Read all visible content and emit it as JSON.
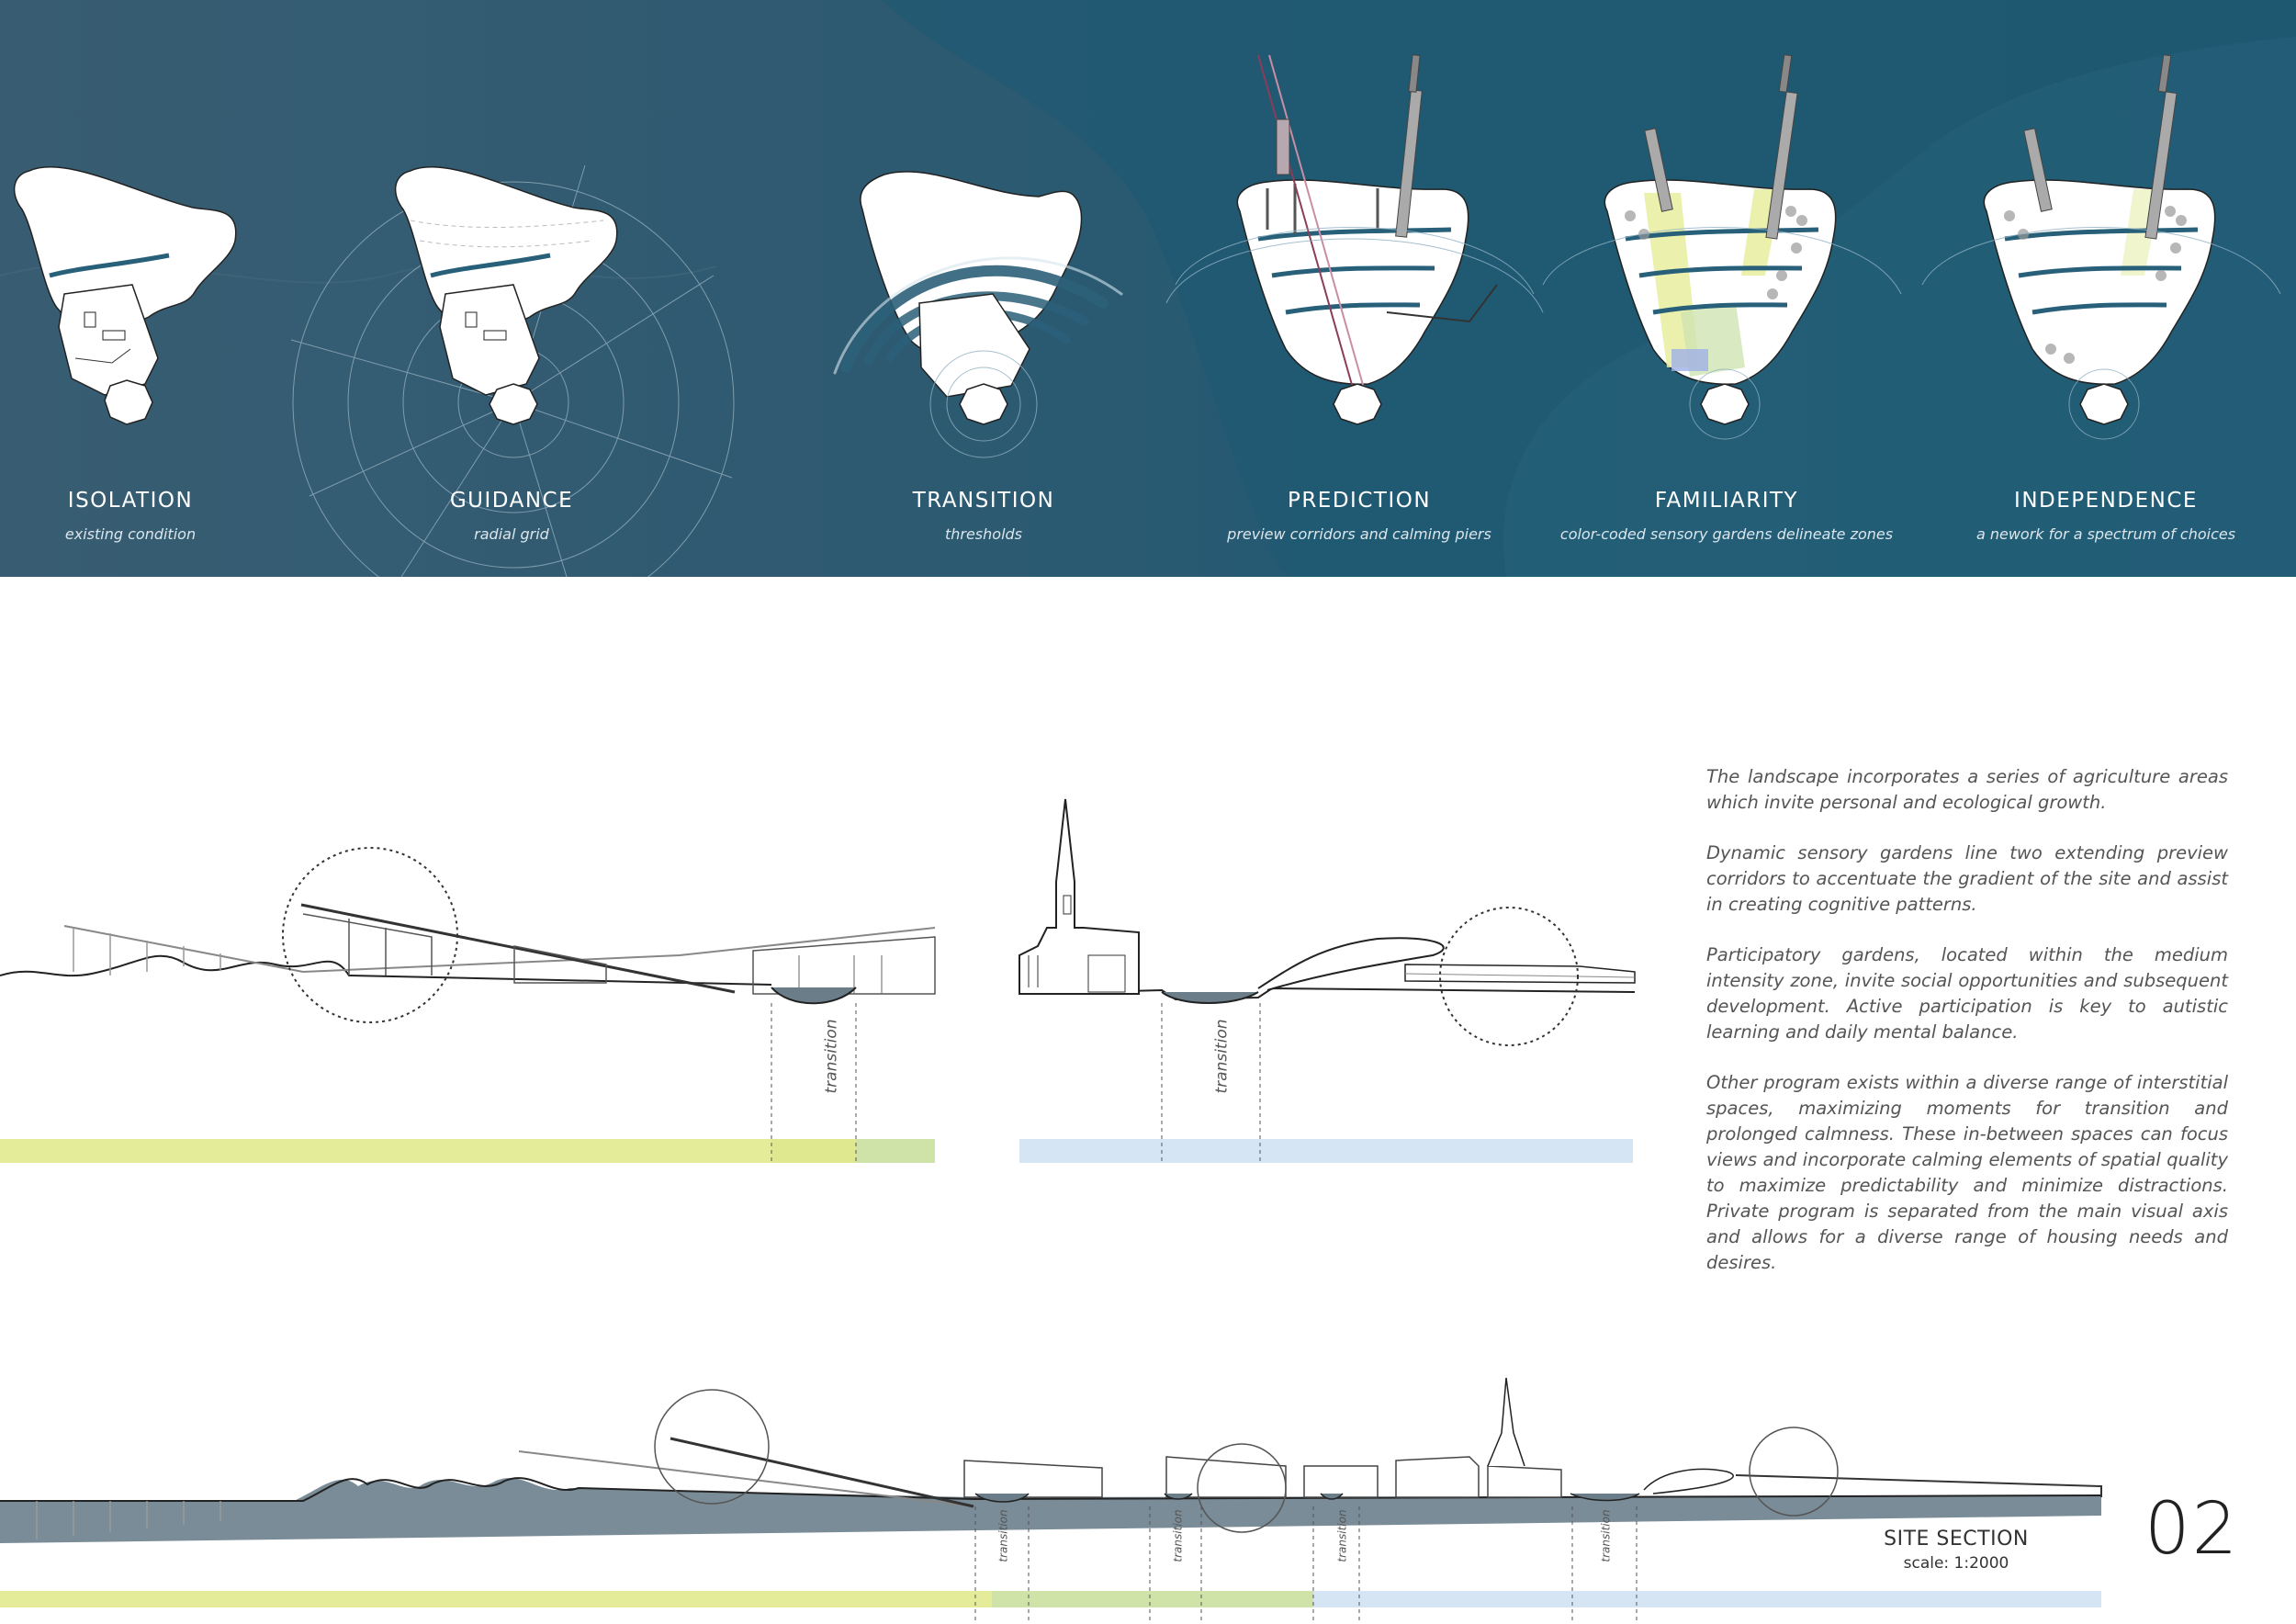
{
  "banner": {
    "stages": [
      {
        "title": "ISOLATION",
        "subtitle": "existing condition"
      },
      {
        "title": "GUIDANCE",
        "subtitle": "radial grid"
      },
      {
        "title": "TRANSITION",
        "subtitle": "thresholds"
      },
      {
        "title": "PREDICTION",
        "subtitle": "preview corridors and calming piers"
      },
      {
        "title": "FAMILIARITY",
        "subtitle": "color-coded sensory gardens delineate zones"
      },
      {
        "title": "INDEPENDENCE",
        "subtitle": "a nework for a spectrum of choices"
      }
    ]
  },
  "sections": {
    "transition_label": "transition"
  },
  "text_column": {
    "paragraphs": [
      "The landscape incorporates a series of agriculture areas which invite personal and ecological growth.",
      "Dynamic sensory gardens line two extending preview corridors  to accentuate the gradient of the site and assist in creating cognitive patterns.",
      "Participatory gardens, located within the medium intensity zone, invite social opportunities and subsequent development. Active participation is key to autistic learning and daily mental balance.",
      "Other program exists within a diverse range of interstitial spaces, maximizing moments for transition and prolonged calmness. These in-between spaces can focus views and incorporate calming elements of spatial quality to maximize predictability and minimize distractions. Private program is separated from the main visual axis and allows for a diverse range of housing needs and desires."
    ]
  },
  "site_section": {
    "title": "SITE SECTION",
    "scale": "scale: 1:2000"
  },
  "page_number": "02",
  "colors": {
    "banner_blue": "#2a5b72",
    "zone_yellow": "#e4ec9a",
    "zone_green": "#cfe3a8",
    "zone_blue": "#d6e5f4"
  }
}
